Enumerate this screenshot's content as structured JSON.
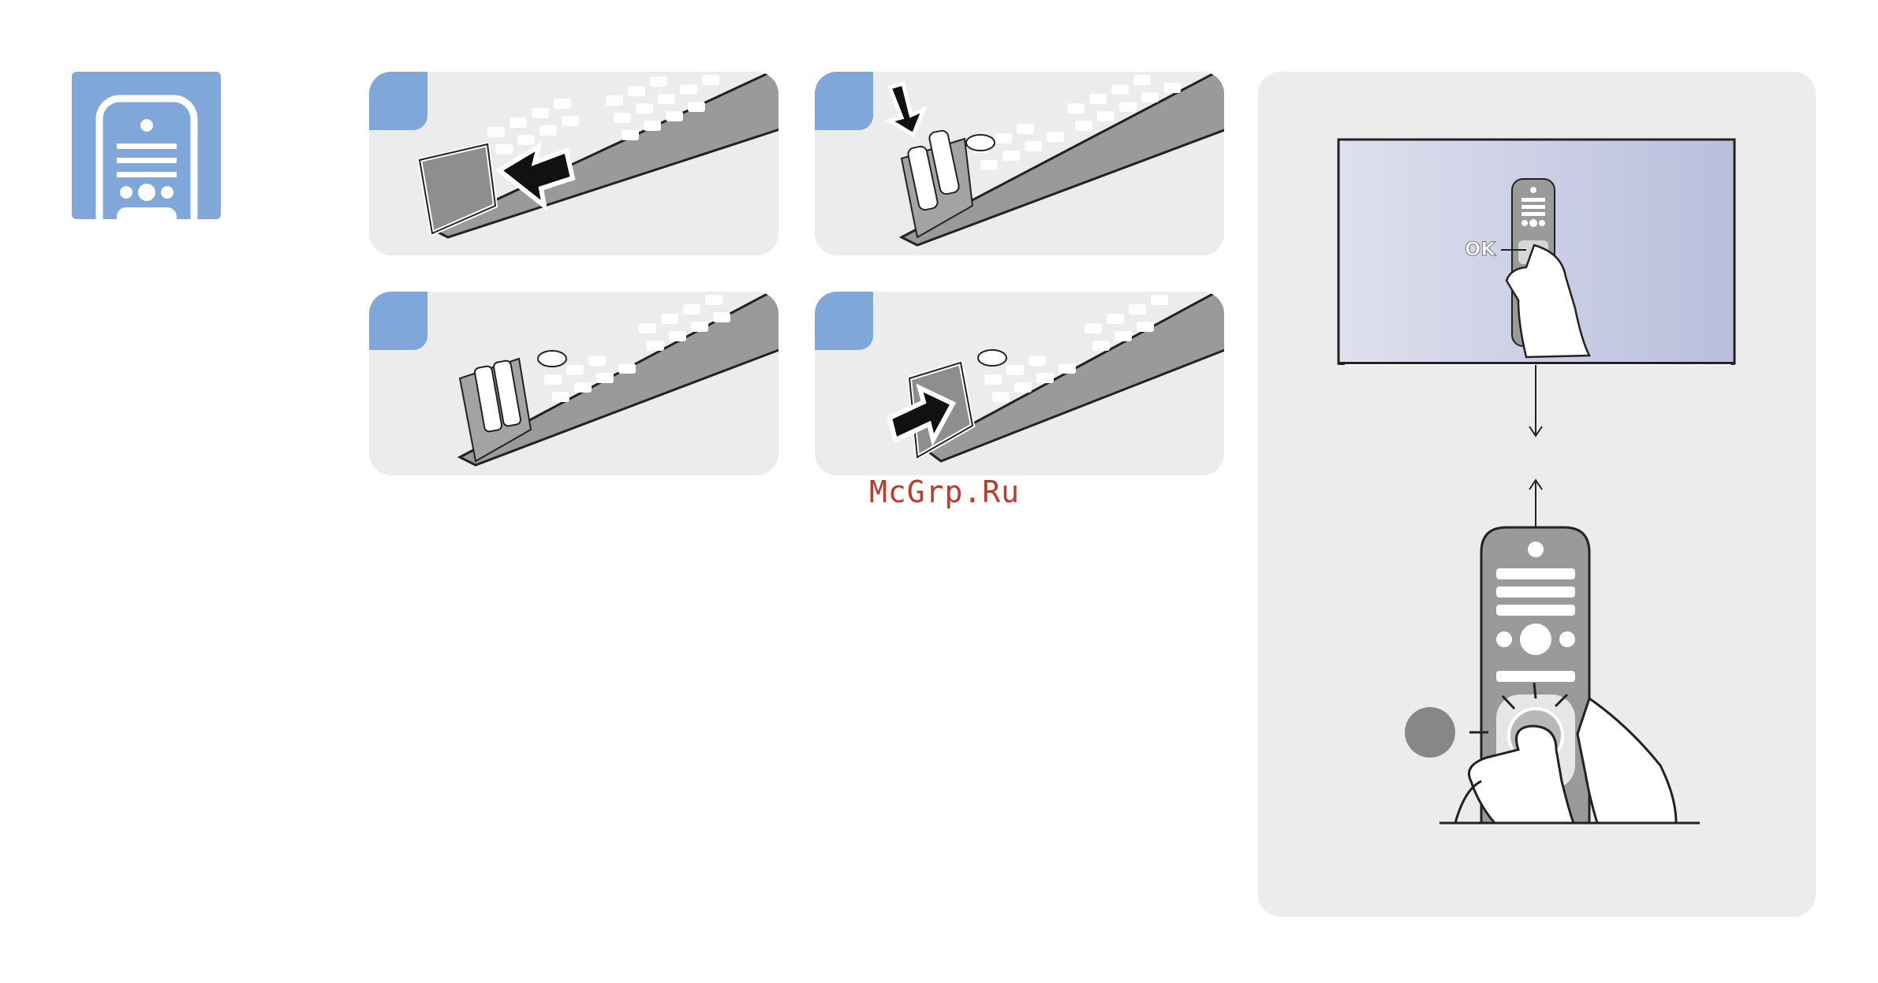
{
  "header_icon": {
    "name": "remote-control-icon",
    "color": "#7fa7d9"
  },
  "steps": [
    {
      "id": 1,
      "illustration": "remove-battery-cover"
    },
    {
      "id": 2,
      "illustration": "insert-batteries"
    },
    {
      "id": 3,
      "illustration": "batteries-inserted"
    },
    {
      "id": 4,
      "illustration": "replace-battery-cover"
    }
  ],
  "pairing": {
    "ok_label": "OK",
    "illustration": "press-ok-towards-tv"
  },
  "watermark": "McGrp.Ru",
  "colors": {
    "accent": "#7fa7d9",
    "panel": "#ececec",
    "remote": "#9a9a9a",
    "tv_screen": "#d3d6ea",
    "step_dot": "#878787"
  }
}
